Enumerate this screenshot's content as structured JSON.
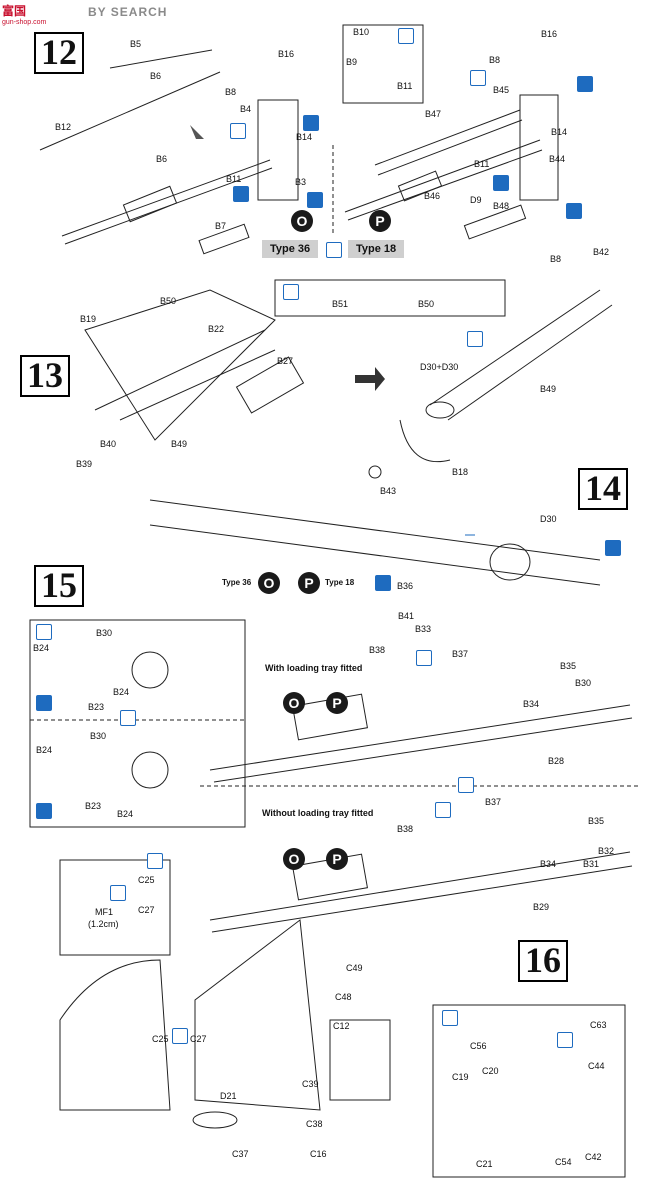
{
  "watermark": {
    "logo": "富国",
    "search": "BY SEARCH",
    "url": "gun-shop.com"
  },
  "steps": {
    "s12": "12",
    "s13": "13",
    "s14": "14",
    "s15": "15",
    "s16": "16"
  },
  "types": {
    "type36": "Type 36",
    "type18": "Type 18",
    "circle_o": "O",
    "circle_p": "P",
    "type36_small": "Type 36",
    "type18_small": "Type 18"
  },
  "notes": {
    "with_tray": "With loading tray fitted",
    "without_tray": "Without loading tray fitted"
  },
  "labels": {
    "s12": [
      "B5",
      "B6",
      "B12",
      "B6",
      "B16",
      "B8",
      "B4",
      "B14",
      "B11",
      "B3",
      "B7",
      "B10",
      "B9",
      "B11",
      "B16",
      "B8",
      "B45",
      "B47",
      "B14",
      "B11",
      "B44",
      "B46",
      "D9",
      "B48"
    ],
    "s13": [
      "B50",
      "B51",
      "B19",
      "B50",
      "B22",
      "B27",
      "B40",
      "B49",
      "B39",
      "B8",
      "B42",
      "D30+D30",
      "B49",
      "B18",
      "B43"
    ],
    "s14": [
      "D30",
      "B36",
      "B41",
      "B33"
    ],
    "s15": [
      "B24",
      "B30",
      "B24",
      "B23",
      "B24",
      "B30",
      "B23",
      "B24",
      "B38",
      "B37",
      "B35",
      "B30",
      "B34",
      "B28",
      "B37",
      "B38",
      "B35",
      "B32",
      "B31",
      "B34",
      "B29"
    ],
    "s16": [
      "C25",
      "C27",
      "MF1",
      "(1.2cm)",
      "C49",
      "C48",
      "C12",
      "C25",
      "C27",
      "D21",
      "C39",
      "C38",
      "C37",
      "C16",
      "C63",
      "C56",
      "C20",
      "C44",
      "C19",
      "C21",
      "C54",
      "C42"
    ]
  }
}
